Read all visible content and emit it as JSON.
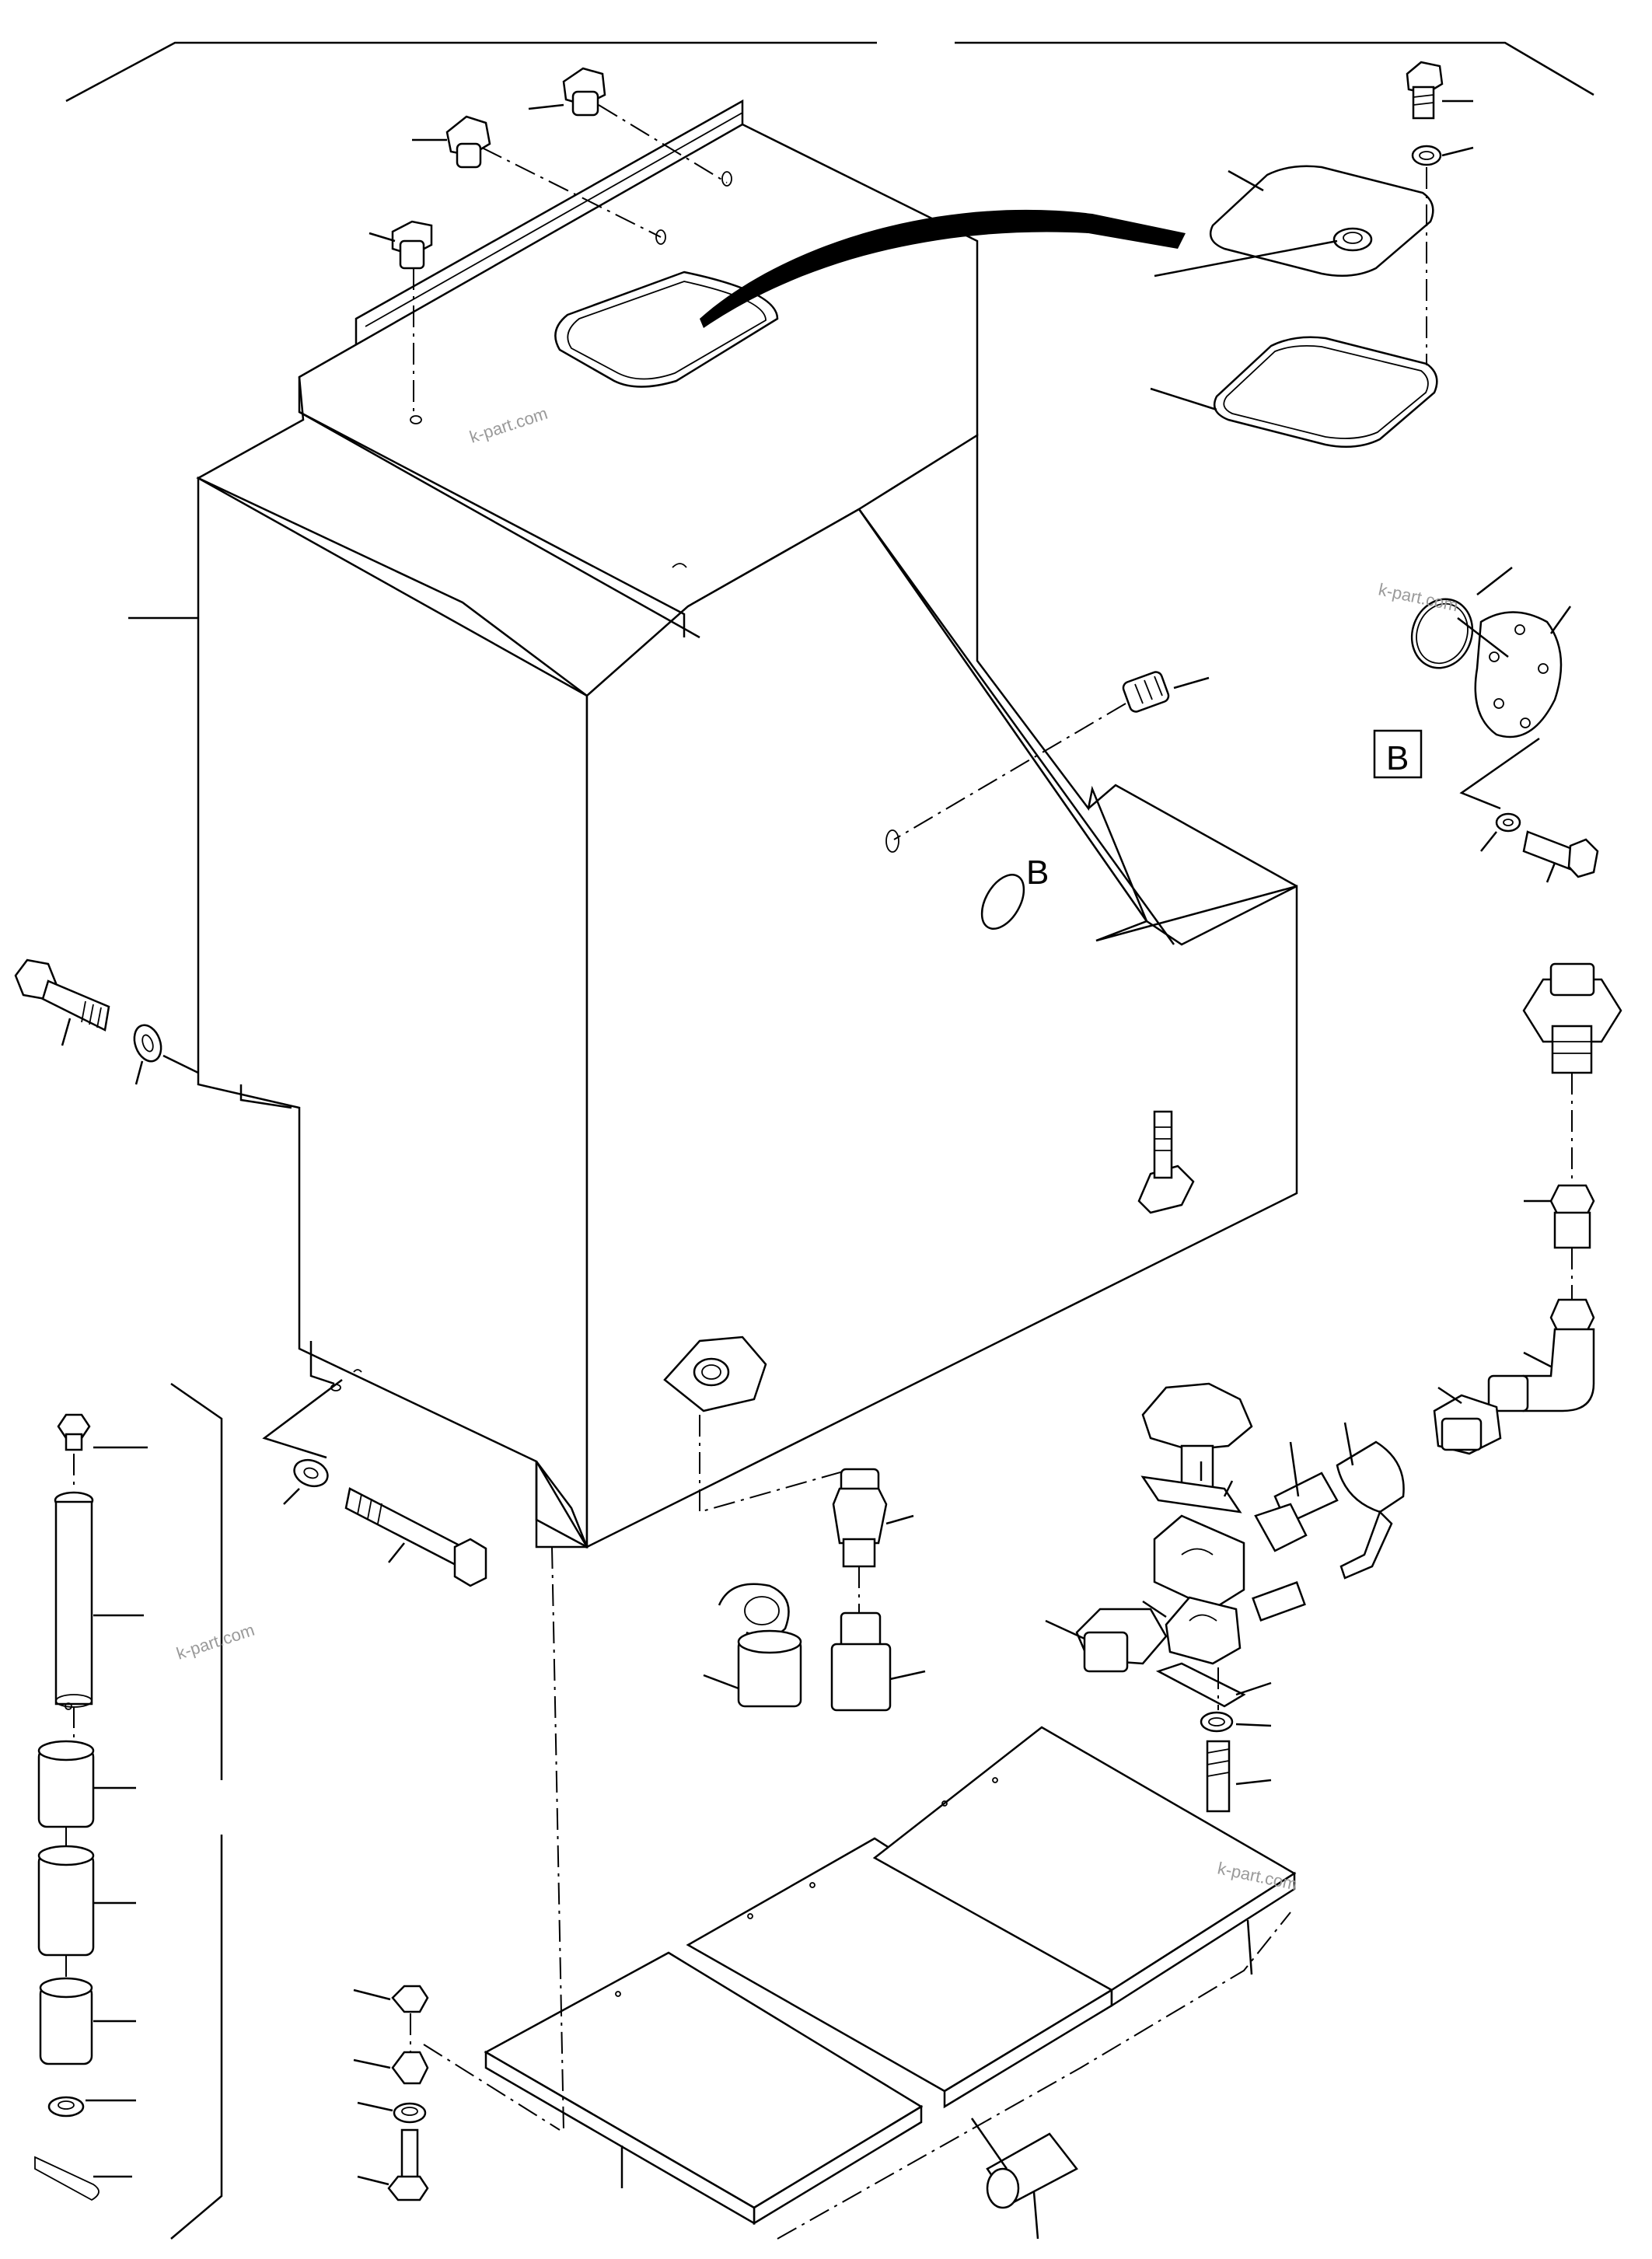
{
  "diagram": {
    "detail_label": "B",
    "callout_label": "B",
    "watermarks": [
      "k-part.com",
      "k-part.com",
      "k-part.com",
      "k-part.com"
    ]
  }
}
